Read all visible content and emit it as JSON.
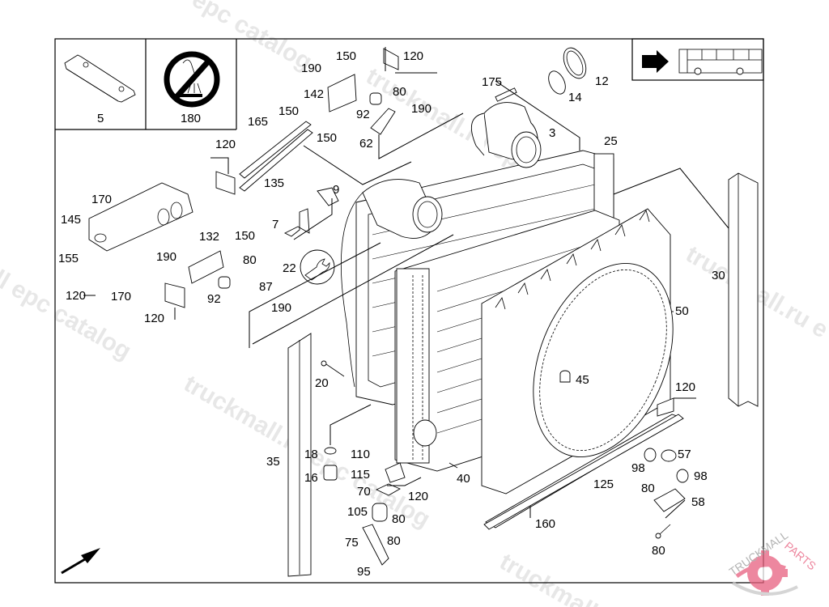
{
  "diagram": {
    "type": "exploded-parts-diagram",
    "subject": "radiator / cooling module assembly",
    "inset_panels": [
      {
        "id": "inset-5",
        "label": "5",
        "depicts": "mounting plate"
      },
      {
        "id": "inset-180",
        "label": "180",
        "depicts": "prohibition sign (no spraying)"
      },
      {
        "id": "inset-bus",
        "depicts": "arrow pointing to bus (vehicle orientation)"
      }
    ],
    "callouts": [
      {
        "id": "c-190a",
        "label": "190"
      },
      {
        "id": "c-150a",
        "label": "150"
      },
      {
        "id": "c-120a",
        "label": "120"
      },
      {
        "id": "c-142",
        "label": "142"
      },
      {
        "id": "c-80a",
        "label": "80"
      },
      {
        "id": "c-175",
        "label": "175"
      },
      {
        "id": "c-12",
        "label": "12"
      },
      {
        "id": "c-14",
        "label": "14"
      },
      {
        "id": "c-92a",
        "label": "92"
      },
      {
        "id": "c-190b",
        "label": "190"
      },
      {
        "id": "c-165",
        "label": "165"
      },
      {
        "id": "c-150b",
        "label": "150"
      },
      {
        "id": "c-150c",
        "label": "150"
      },
      {
        "id": "c-62",
        "label": "62"
      },
      {
        "id": "c-3",
        "label": "3"
      },
      {
        "id": "c-25",
        "label": "25"
      },
      {
        "id": "c-120b",
        "label": "120"
      },
      {
        "id": "c-135",
        "label": "135"
      },
      {
        "id": "c-9",
        "label": "9"
      },
      {
        "id": "c-170a",
        "label": "170"
      },
      {
        "id": "c-145",
        "label": "145"
      },
      {
        "id": "c-7",
        "label": "7"
      },
      {
        "id": "c-132",
        "label": "132"
      },
      {
        "id": "c-150d",
        "label": "150"
      },
      {
        "id": "c-155",
        "label": "155"
      },
      {
        "id": "c-190c",
        "label": "190"
      },
      {
        "id": "c-80b",
        "label": "80"
      },
      {
        "id": "c-22",
        "label": "22"
      },
      {
        "id": "c-30",
        "label": "30"
      },
      {
        "id": "c-87",
        "label": "87"
      },
      {
        "id": "c-120c",
        "label": "120"
      },
      {
        "id": "c-170b",
        "label": "170"
      },
      {
        "id": "c-92b",
        "label": "92"
      },
      {
        "id": "c-190d",
        "label": "190"
      },
      {
        "id": "c-50",
        "label": "50"
      },
      {
        "id": "c-120d",
        "label": "120"
      },
      {
        "id": "c-20",
        "label": "20"
      },
      {
        "id": "c-45",
        "label": "45"
      },
      {
        "id": "c-120e",
        "label": "120"
      },
      {
        "id": "c-18",
        "label": "18"
      },
      {
        "id": "c-110",
        "label": "110"
      },
      {
        "id": "c-57",
        "label": "57"
      },
      {
        "id": "c-35",
        "label": "35"
      },
      {
        "id": "c-115",
        "label": "115"
      },
      {
        "id": "c-16",
        "label": "16"
      },
      {
        "id": "c-40",
        "label": "40"
      },
      {
        "id": "c-98a",
        "label": "98"
      },
      {
        "id": "c-98b",
        "label": "98"
      },
      {
        "id": "c-125",
        "label": "125"
      },
      {
        "id": "c-70",
        "label": "70"
      },
      {
        "id": "c-120f",
        "label": "120"
      },
      {
        "id": "c-80c",
        "label": "80"
      },
      {
        "id": "c-58",
        "label": "58"
      },
      {
        "id": "c-105",
        "label": "105"
      },
      {
        "id": "c-80d",
        "label": "80"
      },
      {
        "id": "c-160",
        "label": "160"
      },
      {
        "id": "c-75",
        "label": "75"
      },
      {
        "id": "c-80e",
        "label": "80"
      },
      {
        "id": "c-80f",
        "label": "80"
      },
      {
        "id": "c-95",
        "label": "95"
      }
    ],
    "orientation_arrow": "arrow-up-right-icon"
  },
  "watermarks": {
    "text_1": "truckmall.ru epc catalog",
    "text_2": "epc catalog",
    "text_3": "truckmall.ru",
    "logo_text_dark": "TRUCKMALL",
    "logo_text_accent": "PARTS",
    "logo_accent_color": "#e8607f",
    "logo_gray": "#9a9a9a"
  }
}
